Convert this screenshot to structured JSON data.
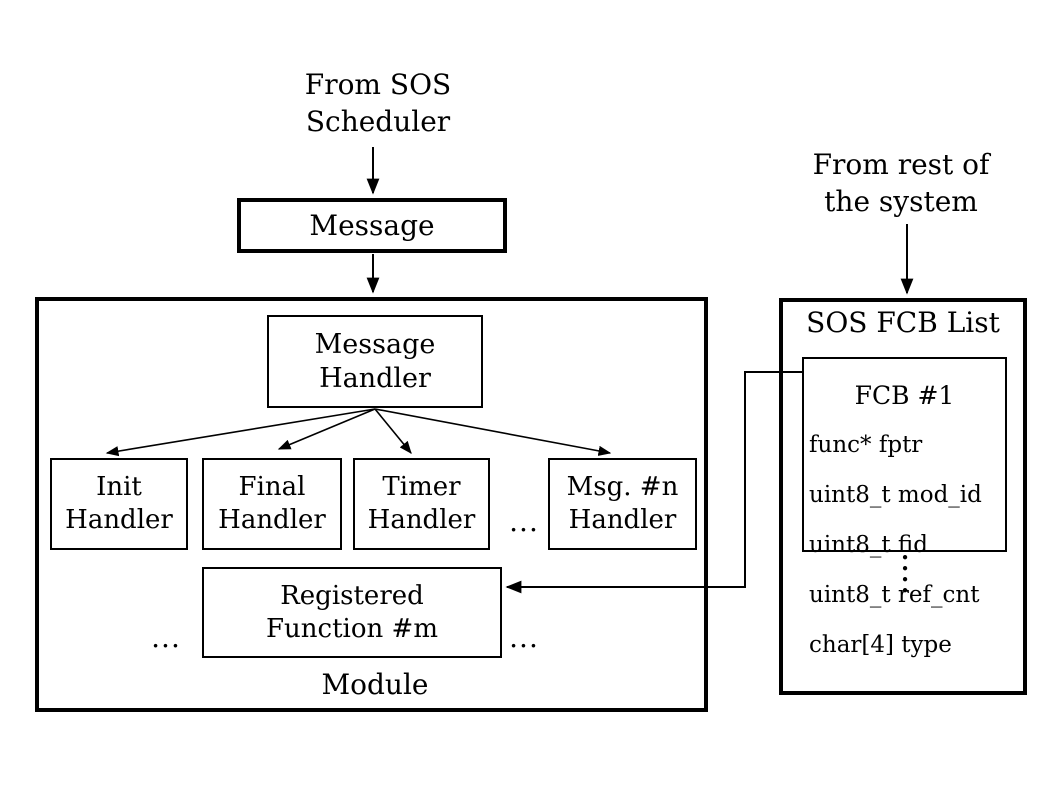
{
  "colors": {
    "stroke": "#000000",
    "background": "#ffffff"
  },
  "labels": {
    "from_scheduler": "From SOS\nScheduler",
    "from_system": "From rest of\nthe system",
    "message": "Message",
    "message_handler": "Message\nHandler",
    "module": "Module",
    "registered_function": "Registered\nFunction #m",
    "ellipsis": "...",
    "ellipsis_vertical": "•\n•\n•\n•"
  },
  "handlers": [
    {
      "label": "Init\nHandler"
    },
    {
      "label": "Final\nHandler"
    },
    {
      "label": "Timer\nHandler"
    },
    {
      "label": "Msg. #n\nHandler"
    }
  ],
  "fcb_list": {
    "title": "SOS FCB List",
    "fcb": {
      "title": "FCB #1",
      "fields": [
        "func* fptr",
        "uint8_t mod_id",
        "uint8_t fid",
        "uint8_t ref_cnt",
        "char[4] type"
      ]
    }
  },
  "connections": [
    "From SOS Scheduler → Message",
    "Message → Module",
    "Message Handler → Init Handler",
    "Message Handler → Final Handler",
    "Message Handler → Timer Handler",
    "Message Handler → Msg. #n Handler",
    "From rest of the system → SOS FCB List",
    "FCB #1 → Registered Function #m"
  ]
}
